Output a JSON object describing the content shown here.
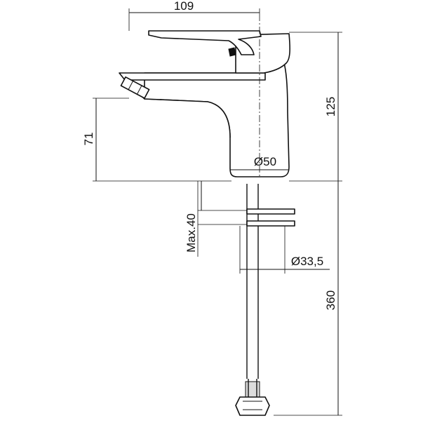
{
  "dimensions": {
    "width_top": "109",
    "height_total": "125",
    "spout_height": "71",
    "body_diameter": "Ø50",
    "max_counter_thickness": "Max.40",
    "shank_diameter": "Ø33,5",
    "hose_length": "360"
  }
}
